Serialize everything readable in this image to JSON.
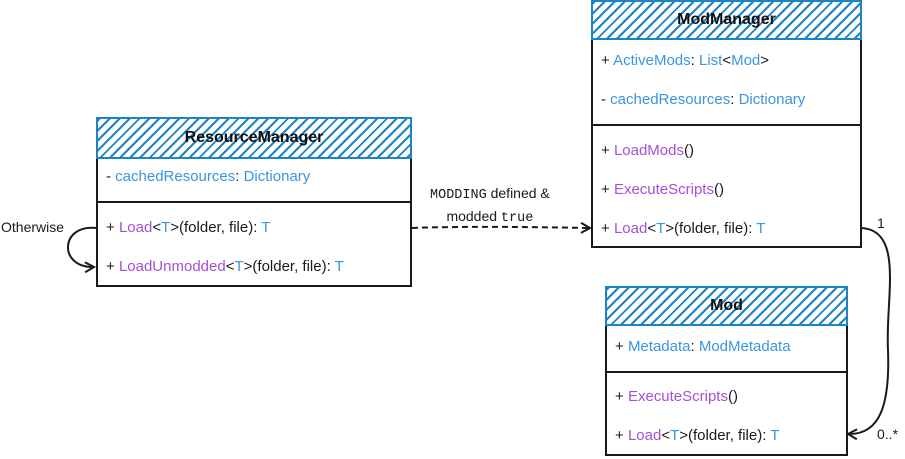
{
  "classes": {
    "resource_manager": {
      "name": "ResourceManager",
      "fields": [
        {
          "vis": "-",
          "name": "cachedResources",
          "sep": ": ",
          "type": "Dictionary"
        }
      ],
      "methods": [
        {
          "vis": "+",
          "name": "Load",
          "lt": "<",
          "generic": "T",
          "gt": ">",
          "params": "(folder, file): ",
          "ret": "T"
        },
        {
          "vis": "+",
          "name": "LoadUnmodded",
          "lt": "<",
          "generic": "T",
          "gt": ">",
          "params": "(folder, file): ",
          "ret": "T"
        }
      ]
    },
    "mod_manager": {
      "name": "ModManager",
      "fields": [
        {
          "vis": "+",
          "name": "ActiveMods",
          "sep": ": ",
          "type": "List",
          "lt": "<",
          "generic": "Mod",
          "gt": ">"
        },
        {
          "vis": "-",
          "name": "cachedResources",
          "sep": ": ",
          "type": "Dictionary"
        }
      ],
      "methods": [
        {
          "vis": "+",
          "name": "LoadMods",
          "params": "()"
        },
        {
          "vis": "+",
          "name": "ExecuteScripts",
          "params": "()"
        },
        {
          "vis": "+",
          "name": "Load",
          "lt": "<",
          "generic": "T",
          "gt": ">",
          "params": "(folder, file): ",
          "ret": "T"
        }
      ]
    },
    "mod": {
      "name": "Mod",
      "fields": [
        {
          "vis": "+",
          "name": "Metadata",
          "sep": ": ",
          "type": "ModMetadata"
        }
      ],
      "methods": [
        {
          "vis": "+",
          "name": "ExecuteScripts",
          "params": "()"
        },
        {
          "vis": "+",
          "name": "Load",
          "lt": "<",
          "generic": "T",
          "gt": ">",
          "params": "(folder, file): ",
          "ret": "T"
        }
      ]
    }
  },
  "edges": {
    "self_loop_label": "Otherwise",
    "dependency_label": {
      "mono1": "MODDING",
      "text1": " defined &",
      "text2": "modded ",
      "mono2": "true"
    },
    "assoc_source_multiplicity": "1",
    "assoc_target_multiplicity": "0..*"
  },
  "colors": {
    "property": "#3a95e0",
    "method": "#a64fd9",
    "header_hatch": "#1c84c6",
    "line": "#1a1a1a"
  }
}
